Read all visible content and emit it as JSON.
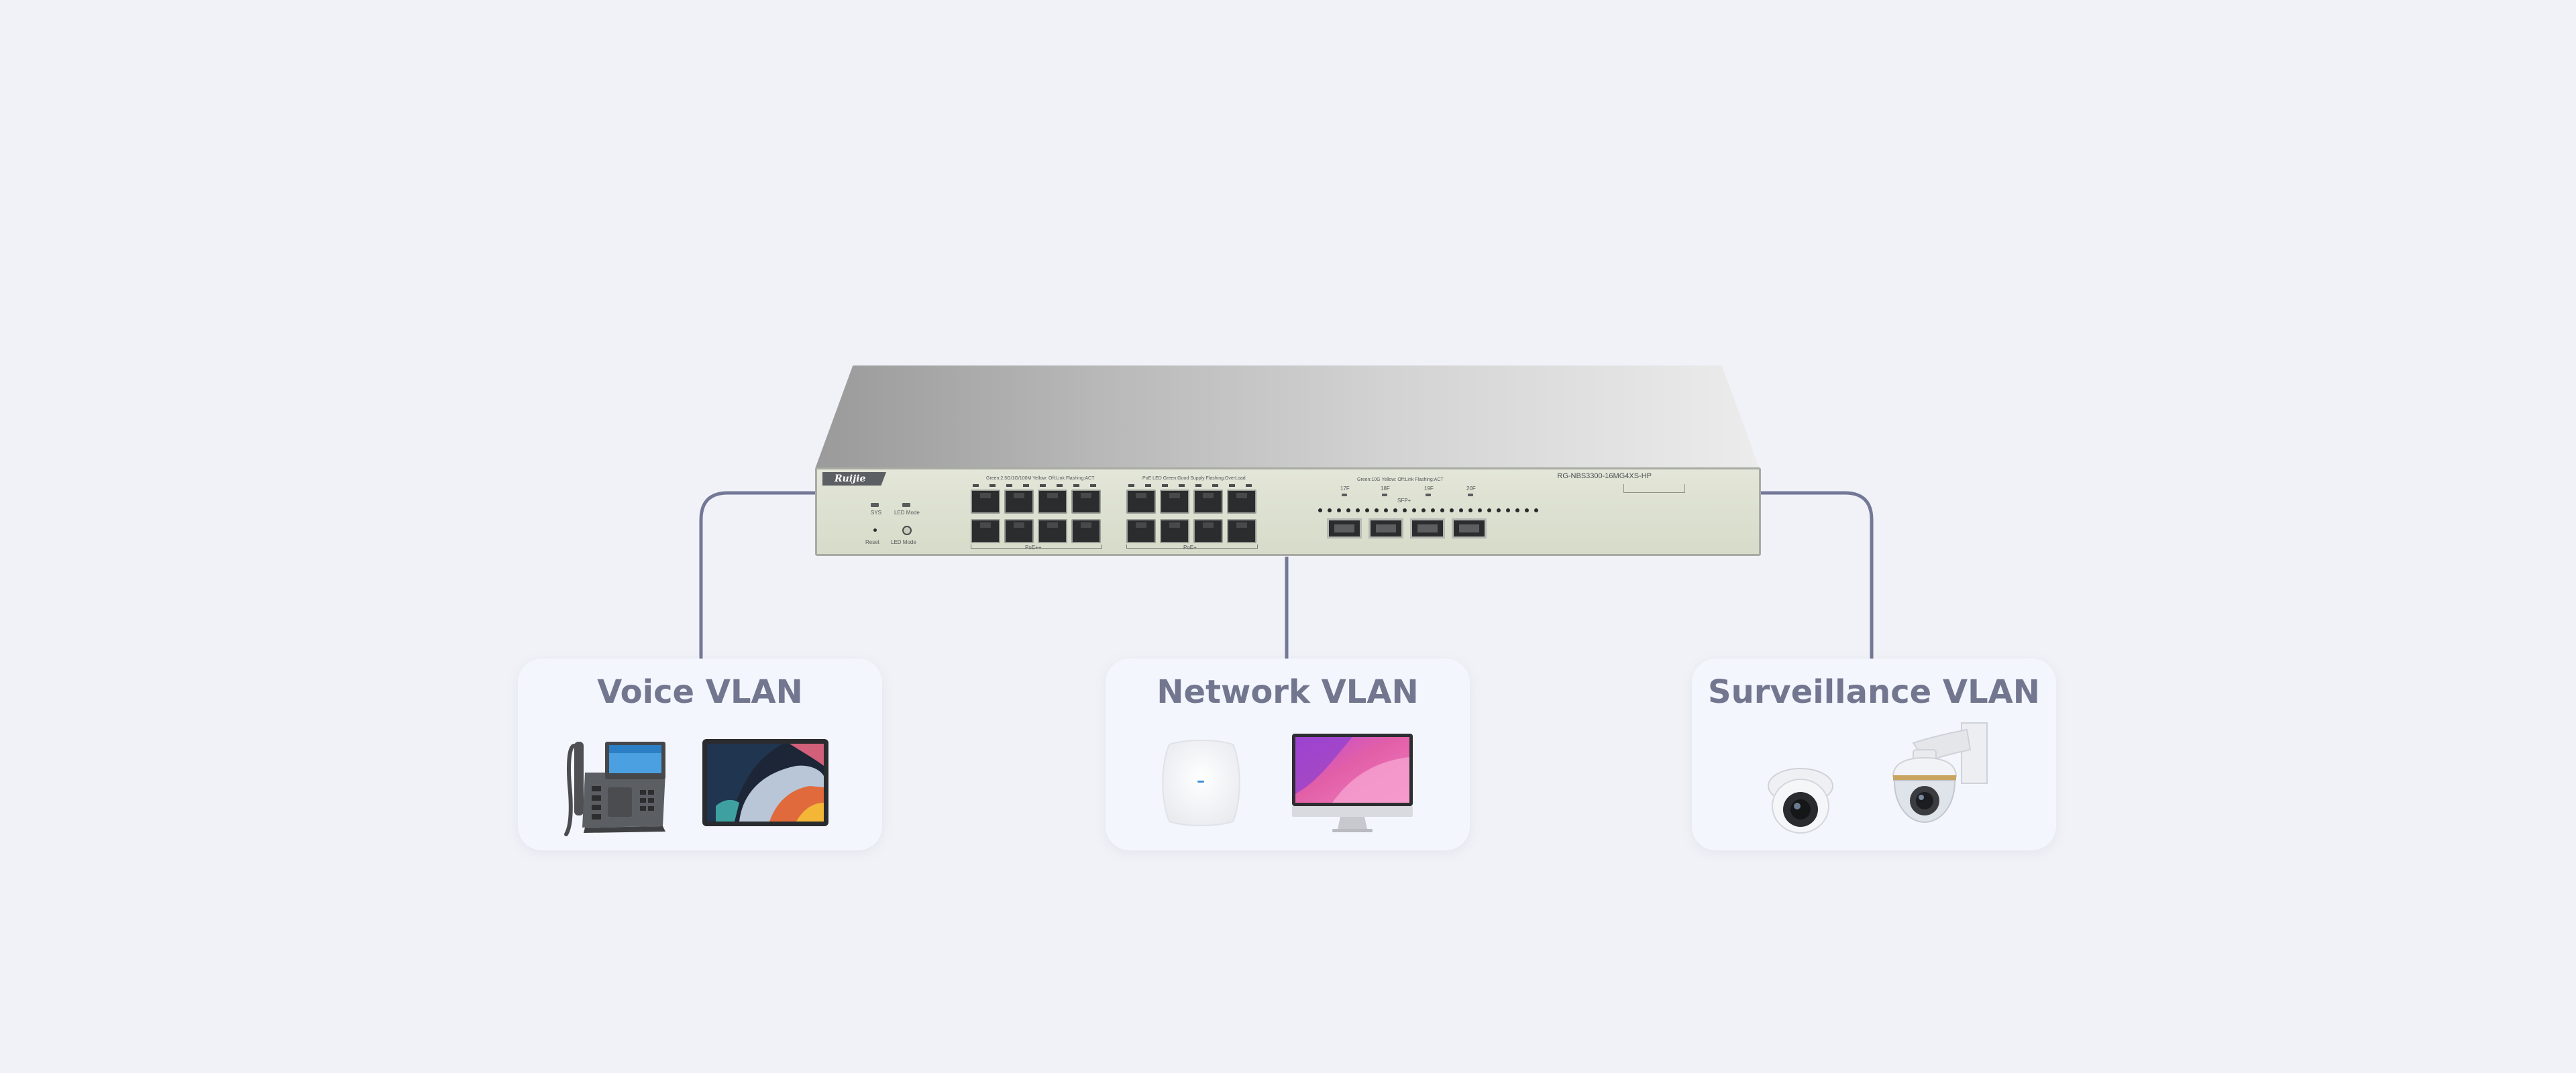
{
  "switch": {
    "brand": "Ruijie",
    "model": "RG-NBS3300-16MG4XS-HP",
    "legend_left": "Green:2.5G/1G/100M Yellow: Off:Link Flashing:ACT",
    "legend_mid": "PoE LED    Green:Good Supply Flashing:OverLoad",
    "legend_right": "Green:10G Yellow: Off:Link Flashing:ACT",
    "led_sys": "SYS",
    "led_mode": "LED Mode",
    "btn_reset": "Reset",
    "btn_led_mode": "LED Mode",
    "group1_label": "PoE++",
    "group2_label": "PoE+",
    "sfp_labels": [
      "17F",
      "18F",
      "19F",
      "20F"
    ],
    "sfp_caption": "SFP+"
  },
  "cards": [
    {
      "title": "Voice VLAN",
      "icons": [
        "desk-phone-icon",
        "tablet-icon"
      ]
    },
    {
      "title": "Network VLAN",
      "icons": [
        "access-point-icon",
        "monitor-icon"
      ]
    },
    {
      "title": "Surveillance VLAN",
      "icons": [
        "dome-camera-icon",
        "ptz-camera-icon"
      ]
    }
  ],
  "colors": {
    "background": "#f0f2f7",
    "card": "#f4f6fd",
    "title": "#72768f",
    "link_line": "#747897",
    "switch_front": "#dde0d0"
  }
}
